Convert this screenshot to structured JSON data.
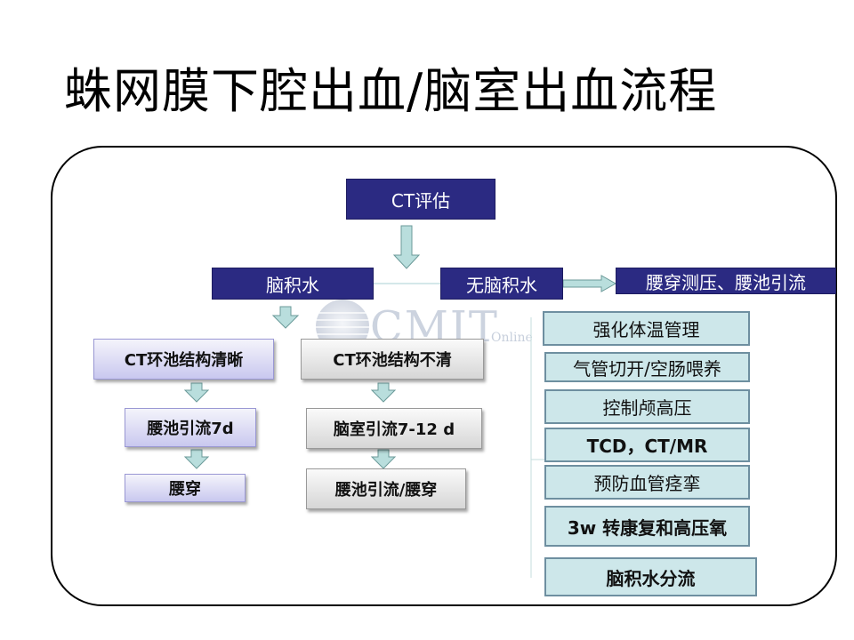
{
  "title": "蛛网膜下腔出血/脑室出血流程",
  "watermark": {
    "main": "CMIT",
    "sub": "Online"
  },
  "nodes": {
    "ct_eval": "CT评估",
    "hydrocephalus": "脑积水",
    "no_hydrocephalus": "无脑积水",
    "lumbar_pressure": "腰穿测压、腰池引流",
    "cistern_clear": "CT环池结构清晰",
    "cistern_unclear": "CT环池结构不清",
    "lumbar_drain_7d": "腰池引流7d",
    "ventricular_drain": "脑室引流7-12 d",
    "lumbar_puncture": "腰穿",
    "lumbar_drain_puncture": "腰池引流/腰穿"
  },
  "measures": [
    "强化体温管理",
    "气管切开/空肠喂养",
    "控制颅高压",
    "TCD，CT/MR",
    "预防血管痉挛",
    "3w 转康复和高压氧",
    "脑积水分流"
  ],
  "colors": {
    "navy": "#2b2a82",
    "teal_fill": "#cde7ea",
    "arrow": "#b9dedd"
  }
}
